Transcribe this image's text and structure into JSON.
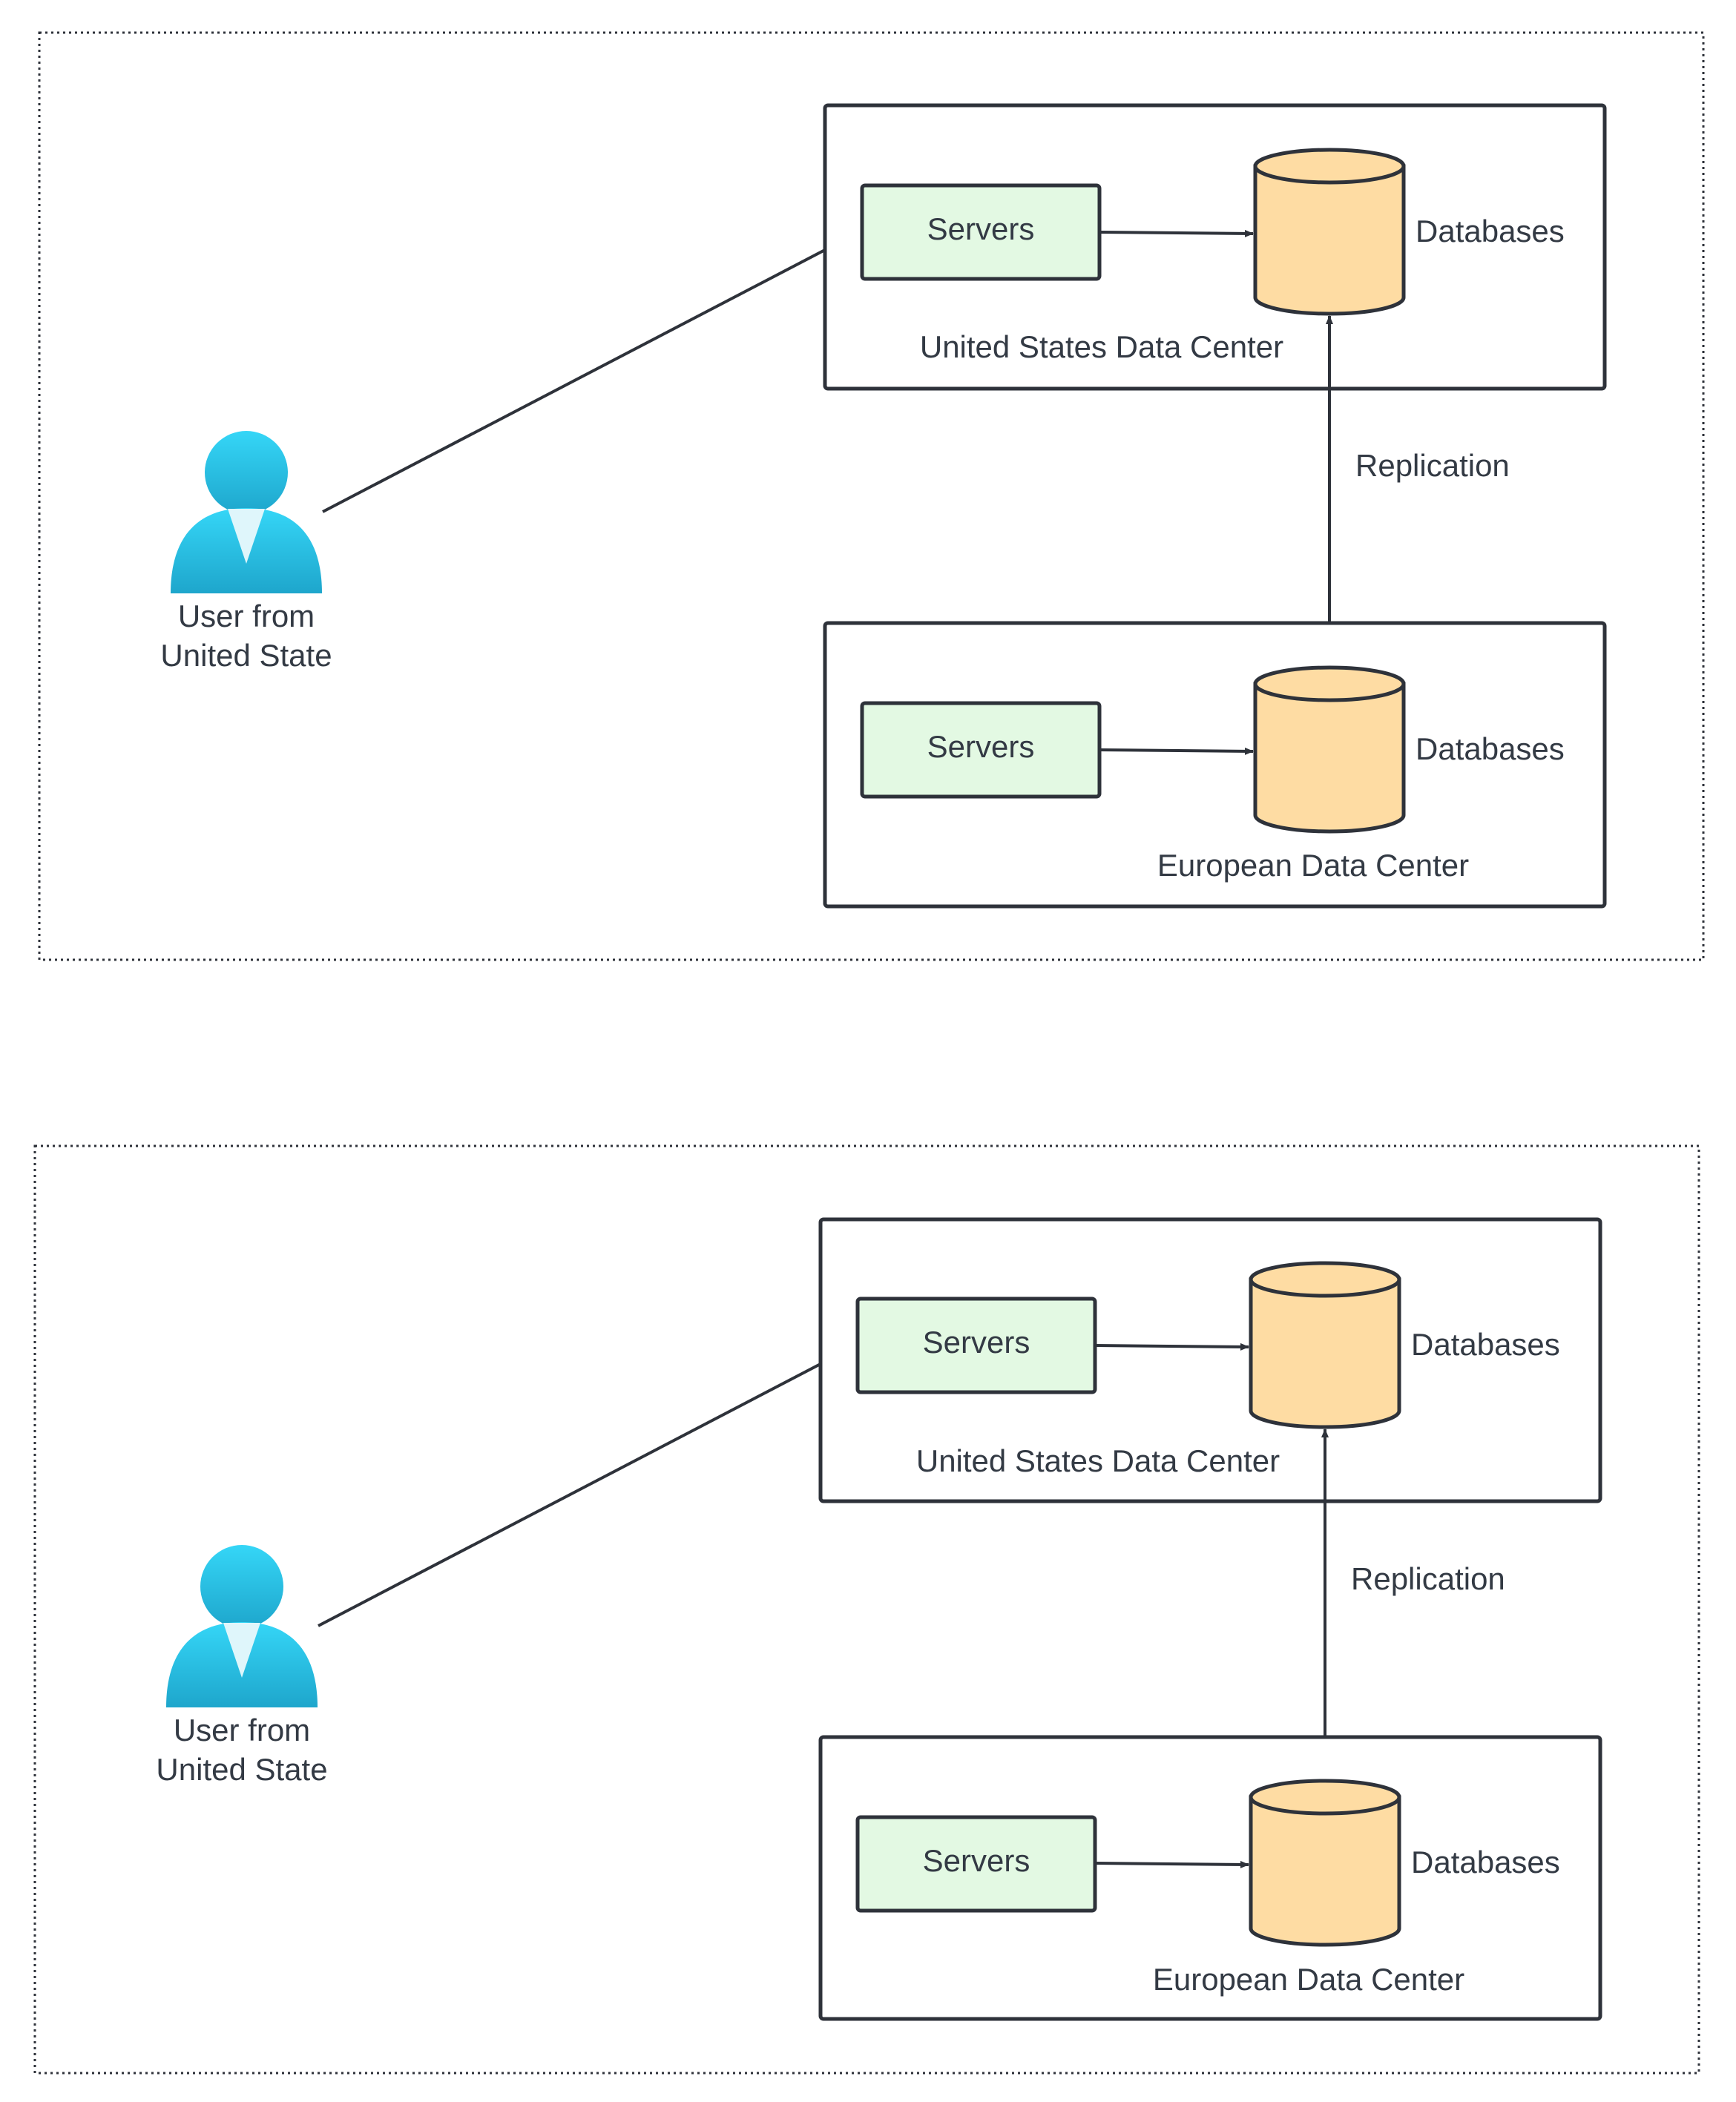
{
  "colors": {
    "stroke": "#2e323a",
    "server_fill": "#e3f9e3",
    "database_fill": "#fedca3",
    "text": "#333a44",
    "user_light": "#35d6f7",
    "user_dark": "#1ea6cc"
  },
  "icons": {
    "user": "user-avatar-icon",
    "database": "database-cylinder-icon"
  },
  "panels": [
    {
      "user": {
        "line1": "User from",
        "line2": "United State"
      },
      "us_center": {
        "servers_label": "Servers",
        "databases_label": "Databases",
        "center_label": "United States Data Center"
      },
      "replication_label": "Replication",
      "eu_center": {
        "servers_label": "Servers",
        "databases_label": "Databases",
        "center_label": "European Data Center"
      }
    },
    {
      "user": {
        "line1": "User from",
        "line2": "United State"
      },
      "us_center": {
        "servers_label": "Servers",
        "databases_label": "Databases",
        "center_label": "United States Data Center"
      },
      "replication_label": "Replication",
      "eu_center": {
        "servers_label": "Servers",
        "databases_label": "Databases",
        "center_label": "European Data Center"
      }
    }
  ]
}
